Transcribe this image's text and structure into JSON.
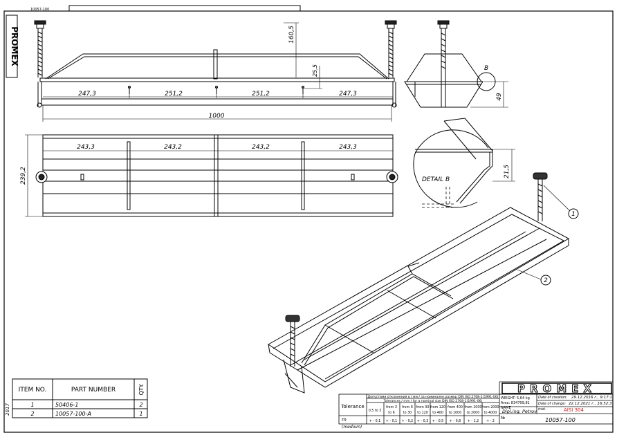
{
  "sheet_code": "10057-100",
  "logo_text": "PROMEX",
  "dimensions": {
    "top_segments": [
      "247,3",
      "251,2",
      "251,2",
      "247,3"
    ],
    "top_total": "1000",
    "height_total": "160,5",
    "height_small": "25,5",
    "mid_segments": [
      "243,3",
      "243,2",
      "243,2",
      "243,3"
    ],
    "width_total": "239,2",
    "side_height": "49",
    "detail_dim": "21,5"
  },
  "labels": {
    "detail_ref": "B",
    "detail_title": "DETAIL B",
    "balloon_1": "1",
    "balloon_2": "2"
  },
  "parts_table": {
    "headers": {
      "item": "ITEM NO.",
      "part": "PART NUMBER",
      "qty": "QTY."
    },
    "rows": [
      {
        "item": "1",
        "part": "50406-1",
        "qty": "2"
      },
      {
        "item": "2",
        "part": "10057-100-A",
        "qty": "1"
      }
    ],
    "side_year": "2017"
  },
  "title_block": {
    "tolerance_label": "Tolerance",
    "medium_label": "m",
    "medium_sub": "(medium)",
    "tol_header_1": "Допустими отклонения в / мм / за номинален размер  DIN ISO 2768-1(1991-06)",
    "tol_header_2": "Tolerances / mm / for a nominal size  DIN ISO 2768-1(1991-06)",
    "ranges_top": [
      "0,5 to 3",
      "from 3",
      "from 6",
      "from 30",
      "from 120",
      "from 400",
      "from 1000",
      "from 2000"
    ],
    "ranges_bottom": [
      "",
      "to 6",
      "to 30",
      "to 120",
      "to 400",
      "to 1000",
      "to 2000",
      "to 4000"
    ],
    "values": [
      "+ - 0,1",
      "+ - 0,1",
      "+ - 0,2",
      "+ - 0,3",
      "+ - 0,5",
      "+ - 0,8",
      "+ - 1,2",
      "+ - 2"
    ],
    "weight": "WEIGHT: 5,64 kg",
    "area": "Area: 834709,81",
    "name_label": "NAME",
    "author": "Dipl.ing. Petrov",
    "no_label": "№",
    "doc_number": "10057-100",
    "creation_label": "Date of creation:",
    "creation_value": "29.12.2016 г., 9:17:1",
    "change_label": "Date of change:",
    "change_value": "22.12.2021 г., 16:52:3",
    "mat_label": "mat.",
    "material": "AISI 304",
    "material_color": "#d11a1a"
  }
}
